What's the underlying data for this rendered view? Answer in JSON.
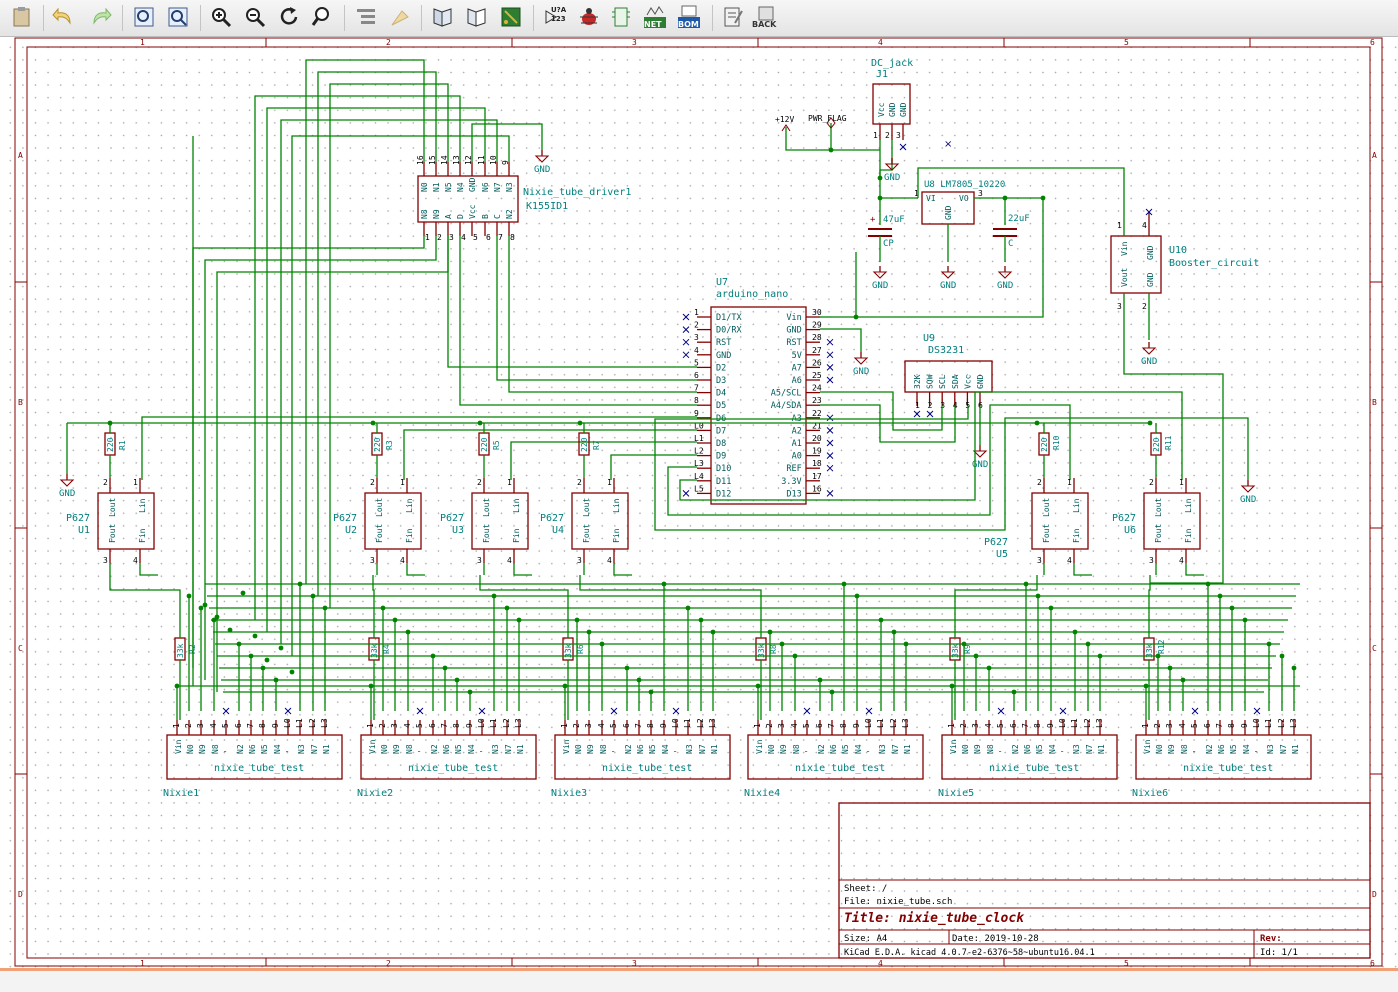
{
  "toolbar": {
    "buttons": [
      {
        "name": "paste-icon",
        "label": ""
      },
      {
        "name": "undo-icon",
        "label": ""
      },
      {
        "name": "redo-icon",
        "label": ""
      },
      {
        "name": "zoom-page-icon",
        "label": ""
      },
      {
        "name": "zoom-fit-icon",
        "label": ""
      },
      {
        "name": "zoom-in-icon",
        "label": ""
      },
      {
        "name": "zoom-out-icon",
        "label": ""
      },
      {
        "name": "redraw-icon",
        "label": ""
      },
      {
        "name": "zoom-selection-icon",
        "label": ""
      },
      {
        "name": "hierarchy-navigator-icon",
        "label": ""
      },
      {
        "name": "leave-sheet-icon",
        "label": ""
      },
      {
        "name": "library-editor-icon",
        "label": ""
      },
      {
        "name": "library-browser-icon",
        "label": ""
      },
      {
        "name": "pcb-icon",
        "label": ""
      },
      {
        "name": "annotate-icon",
        "label": "U?A 123"
      },
      {
        "name": "erc-icon",
        "label": ""
      },
      {
        "name": "cvpcb-icon",
        "label": ""
      },
      {
        "name": "netlist-icon",
        "label": "NET"
      },
      {
        "name": "bom-icon",
        "label": "BOM"
      },
      {
        "name": "edit-fields-icon",
        "label": ""
      },
      {
        "name": "back-icon",
        "label": "BACK"
      }
    ]
  },
  "frame": {
    "col_labels": [
      "1",
      "2",
      "3",
      "4",
      "5",
      "6"
    ],
    "row_labels": [
      "A",
      "B",
      "C",
      "D"
    ]
  },
  "components": {
    "dc_jack": {
      "ref": "J1",
      "value": "DC_jack",
      "pins": [
        "Vcc",
        "GND",
        "GND"
      ],
      "numbers": [
        "1",
        "2",
        "3"
      ]
    },
    "plus12v": "+12V",
    "pwr_flag": "PWR_FLAG",
    "regulator": {
      "ref": "U8",
      "value": "LM7805_10220",
      "pins": [
        "VI",
        "GND",
        "VO"
      ],
      "numbers": [
        "1",
        "2",
        "3"
      ]
    },
    "cp": {
      "ref": "CP",
      "value": "47uF",
      "plus": "+"
    },
    "c": {
      "ref": "C",
      "value": "22uF"
    },
    "booster": {
      "ref": "U10",
      "value": "Booster_circuit",
      "pins": [
        "Vin",
        "GND",
        "Vout",
        "GND"
      ],
      "numbers": [
        "1",
        "2",
        "3",
        "4"
      ]
    },
    "driver": {
      "ref": "Nixie_tube_driver1",
      "value": "K155ID1",
      "top_pins": [
        "N0",
        "N1",
        "N5",
        "N4",
        "GND",
        "N6",
        "N7",
        "N3"
      ],
      "top_numbers": [
        "16",
        "15",
        "14",
        "13",
        "12",
        "11",
        "10",
        "9"
      ],
      "bottom_pins": [
        "N8",
        "N9",
        "A",
        "D",
        "Vcc",
        "B",
        "C",
        "N2"
      ],
      "bottom_numbers": [
        "1",
        "2",
        "3",
        "4",
        "5",
        "6",
        "7",
        "8"
      ]
    },
    "arduino": {
      "ref": "U7",
      "value": "arduino_nano",
      "left_pins": [
        "D1/TX",
        "D0/RX",
        "RST",
        "GND",
        "D2",
        "D3",
        "D4",
        "D5",
        "D6",
        "D7",
        "D8",
        "D9",
        "D10",
        "D11",
        "D12"
      ],
      "left_numbers": [
        "1",
        "2",
        "3",
        "4",
        "5",
        "6",
        "7",
        "8",
        "9",
        "L0",
        "L1",
        "L2",
        "L3",
        "L4",
        "L5"
      ],
      "right_pins": [
        "Vin",
        "GND",
        "RST",
        "5V",
        "A7",
        "A6",
        "A5/SCL",
        "A4/SDA",
        "A3",
        "A2",
        "A1",
        "A0",
        "REF",
        "3.3V",
        "D13"
      ],
      "right_numbers": [
        "30",
        "29",
        "28",
        "27",
        "26",
        "25",
        "24",
        "23",
        "22",
        "21",
        "20",
        "19",
        "18",
        "17",
        "16"
      ]
    },
    "rtc": {
      "ref": "U9",
      "value": "DS3231",
      "pins": [
        "32K",
        "SQW",
        "SCL",
        "SDA",
        "Vcc",
        "GND"
      ],
      "numbers": [
        "1",
        "2",
        "3",
        "4",
        "5",
        "6"
      ]
    },
    "gnd": "GND",
    "optos": [
      {
        "ref": "U1",
        "value": "P627"
      },
      {
        "ref": "U2",
        "value": "P627"
      },
      {
        "ref": "U3",
        "value": "P627"
      },
      {
        "ref": "U4",
        "value": "P627"
      },
      {
        "ref": "U5",
        "value": "P627"
      },
      {
        "ref": "U6",
        "value": "P627"
      }
    ],
    "opto_pins": [
      "Lout",
      "Lin",
      "Fout",
      "Fin"
    ],
    "opto_numbers": [
      "2",
      "1",
      "3",
      "4"
    ],
    "upper_resistors": [
      {
        "ref": "R1",
        "value": "220"
      },
      {
        "ref": "R3",
        "value": "220"
      },
      {
        "ref": "R5",
        "value": "220"
      },
      {
        "ref": "R7",
        "value": "220"
      },
      {
        "ref": "R10",
        "value": "220"
      },
      {
        "ref": "R11",
        "value": "220"
      }
    ],
    "lower_resistors": [
      {
        "ref": "R2",
        "value": "33k"
      },
      {
        "ref": "R4",
        "value": "33k"
      },
      {
        "ref": "R6",
        "value": "33k"
      },
      {
        "ref": "R8",
        "value": "33k"
      },
      {
        "ref": "R9",
        "value": "33k"
      },
      {
        "ref": "R12",
        "value": "33k"
      }
    ],
    "nixies": [
      {
        "ref": "Nixie1",
        "value": "nixie_tube_test"
      },
      {
        "ref": "Nixie2",
        "value": "nixie_tube_test"
      },
      {
        "ref": "Nixie3",
        "value": "nixie_tube_test"
      },
      {
        "ref": "Nixie4",
        "value": "nixie_tube_test"
      },
      {
        "ref": "Nixie5",
        "value": "nixie_tube_test"
      },
      {
        "ref": "Nixie6",
        "value": "nixie_tube_test"
      }
    ],
    "nixie_pins": [
      "Vin",
      "N0",
      "N9",
      "N8",
      "'",
      "N2",
      "N6",
      "N5",
      "N4",
      "'",
      "N3",
      "N7",
      "N1"
    ],
    "nixie_numbers": [
      "1",
      "2",
      "3",
      "4",
      "5",
      "6",
      "7",
      "8",
      "9",
      "L0",
      "L1",
      "L2",
      "L3"
    ]
  },
  "title_block": {
    "sheet": "Sheet: /",
    "file": "File: nixie_tube.sch",
    "title": "Title: nixie_tube_clock",
    "size": "Size: A4",
    "date": "Date: 2019-10-28",
    "rev": "Rev:",
    "tool": "KiCad E.D.A.  kicad 4.0.7-e2-6376~58~ubuntu16.04.1",
    "id": "Id: 1/1"
  },
  "colors": {
    "wire": "#008400",
    "component_body": "#840000",
    "pin_text": "#005b5b",
    "ref_text": "#007f7f",
    "frame": "#840000",
    "no_connect": "#000084"
  }
}
